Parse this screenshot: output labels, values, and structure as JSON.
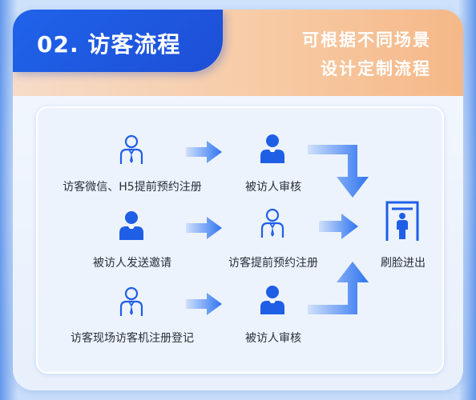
{
  "header": {
    "title": "02. 访客流程",
    "subtitle_line1": "可根据不同场景",
    "subtitle_line2": "设计定制流程"
  },
  "flow": {
    "row1": {
      "start": "访客微信、H5提前预约注册",
      "step": "被访人审核"
    },
    "row2": {
      "start": "被访人发送邀请",
      "step": "访客提前预约注册"
    },
    "row3": {
      "start": "访客现场访客机注册登记",
      "step": "被访人审核"
    },
    "end": "刷脸进出"
  },
  "colors": {
    "title_blue": "#1f63ea",
    "icon_blue": "#1f5fe6",
    "arrow_blue": "#2f74f0",
    "header_orange": "#f5b888"
  },
  "icons": {
    "person_outline": "person-outline-icon",
    "person_solid": "person-solid-icon",
    "gate": "security-gate-icon"
  }
}
